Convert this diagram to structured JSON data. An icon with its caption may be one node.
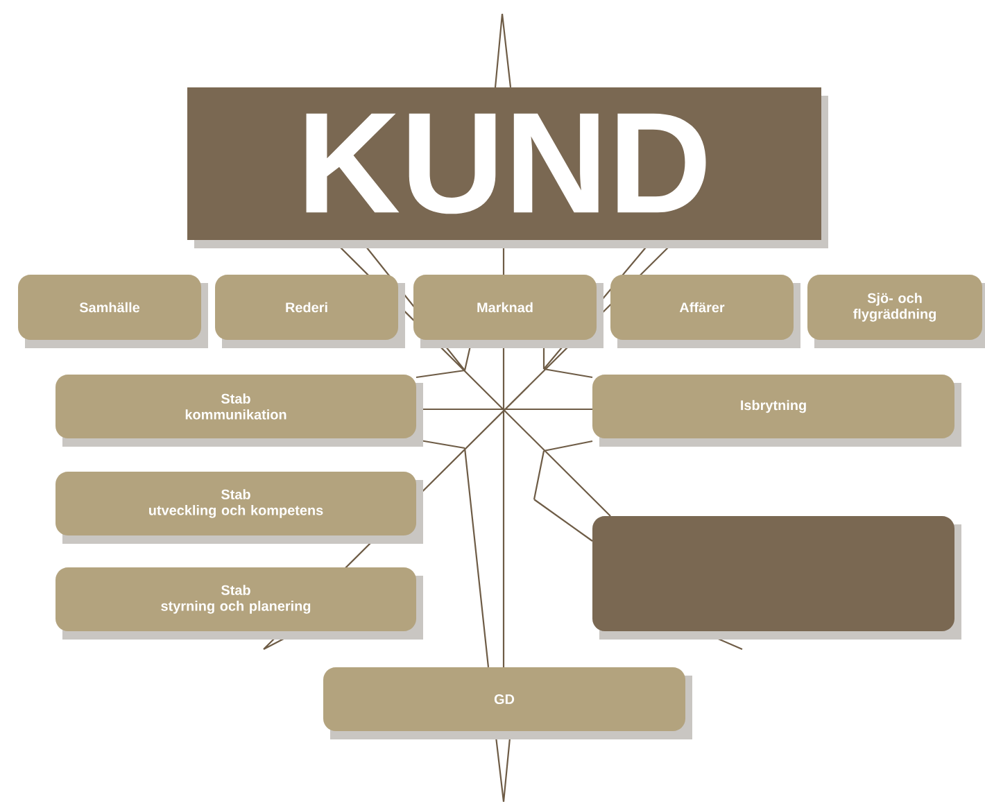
{
  "diagram": {
    "nodes": [
      {
        "text": [
          "KUND"
        ]
      },
      {
        "text": [
          "Samhälle"
        ]
      },
      {
        "text": [
          "Rederi"
        ]
      },
      {
        "text": [
          "Marknad"
        ]
      },
      {
        "text": [
          "Affärer"
        ]
      },
      {
        "text": [
          "Sjö- och flygräddning"
        ]
      },
      {
        "text": [
          "Stab",
          "kommunikation"
        ]
      },
      {
        "text": [
          "Isbrytning"
        ]
      },
      {
        "text": [
          "Stab",
          "utveckling och kompetens"
        ]
      },
      {
        "text": [],
        "shape": "box"
      },
      {
        "text": [
          "Stab",
          "styrning och planering"
        ]
      },
      {
        "text": [
          "GD"
        ]
      }
    ]
  }
}
